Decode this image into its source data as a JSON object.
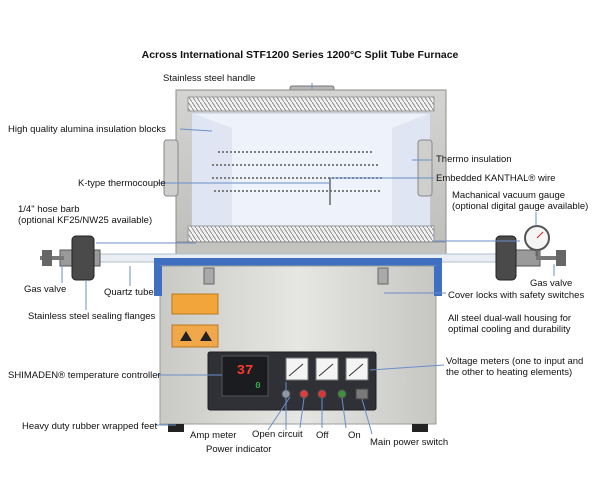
{
  "title": "Across International STF1200 Series 1200°C Split Tube Furnace",
  "labels": {
    "handle": "Stainless steel handle",
    "insulation_blocks": "High quality alumina insulation blocks",
    "thermocouple": "K-type thermocouple",
    "hose_barb_line1": "1/4\" hose barb",
    "hose_barb_line2": "(optional KF25/NW25 available)",
    "gas_valve_left": "Gas valve",
    "quartz_tube": "Quartz tube",
    "sealing_flanges": "Stainless steel sealing flanges",
    "temp_controller": "SHIMADEN® temperature controller",
    "rubber_feet": "Heavy duty rubber wrapped feet",
    "amp_meter": "Amp meter",
    "power_indicator": "Power indicator",
    "open_circuit": "Open circuit",
    "off": "Off",
    "on": "On",
    "main_power": "Main power switch",
    "thermo_insulation": "Thermo insulation",
    "kanthal_wire": "Embedded KANTHAL® wire",
    "vacuum_gauge_line1": "Machanical vacuum gauge",
    "vacuum_gauge_line2": "(optional digital gauge available)",
    "gas_valve_right": "Gas valve",
    "cover_locks": "Cover locks with safety switches",
    "housing_line1": "All steel dual-wall housing for",
    "housing_line2": "optimal cooling and durability",
    "voltage_line1": "Voltage meters (one to input and",
    "voltage_line2": "the other to heating elements)"
  },
  "controller": {
    "display_top": "37",
    "display_bottom": "0"
  },
  "colors": {
    "frame_blue": "#3f6fc0",
    "body_gray": "#d9d9d6",
    "panel_dark": "#2f3136",
    "chamber_white": "#eef2fa"
  }
}
